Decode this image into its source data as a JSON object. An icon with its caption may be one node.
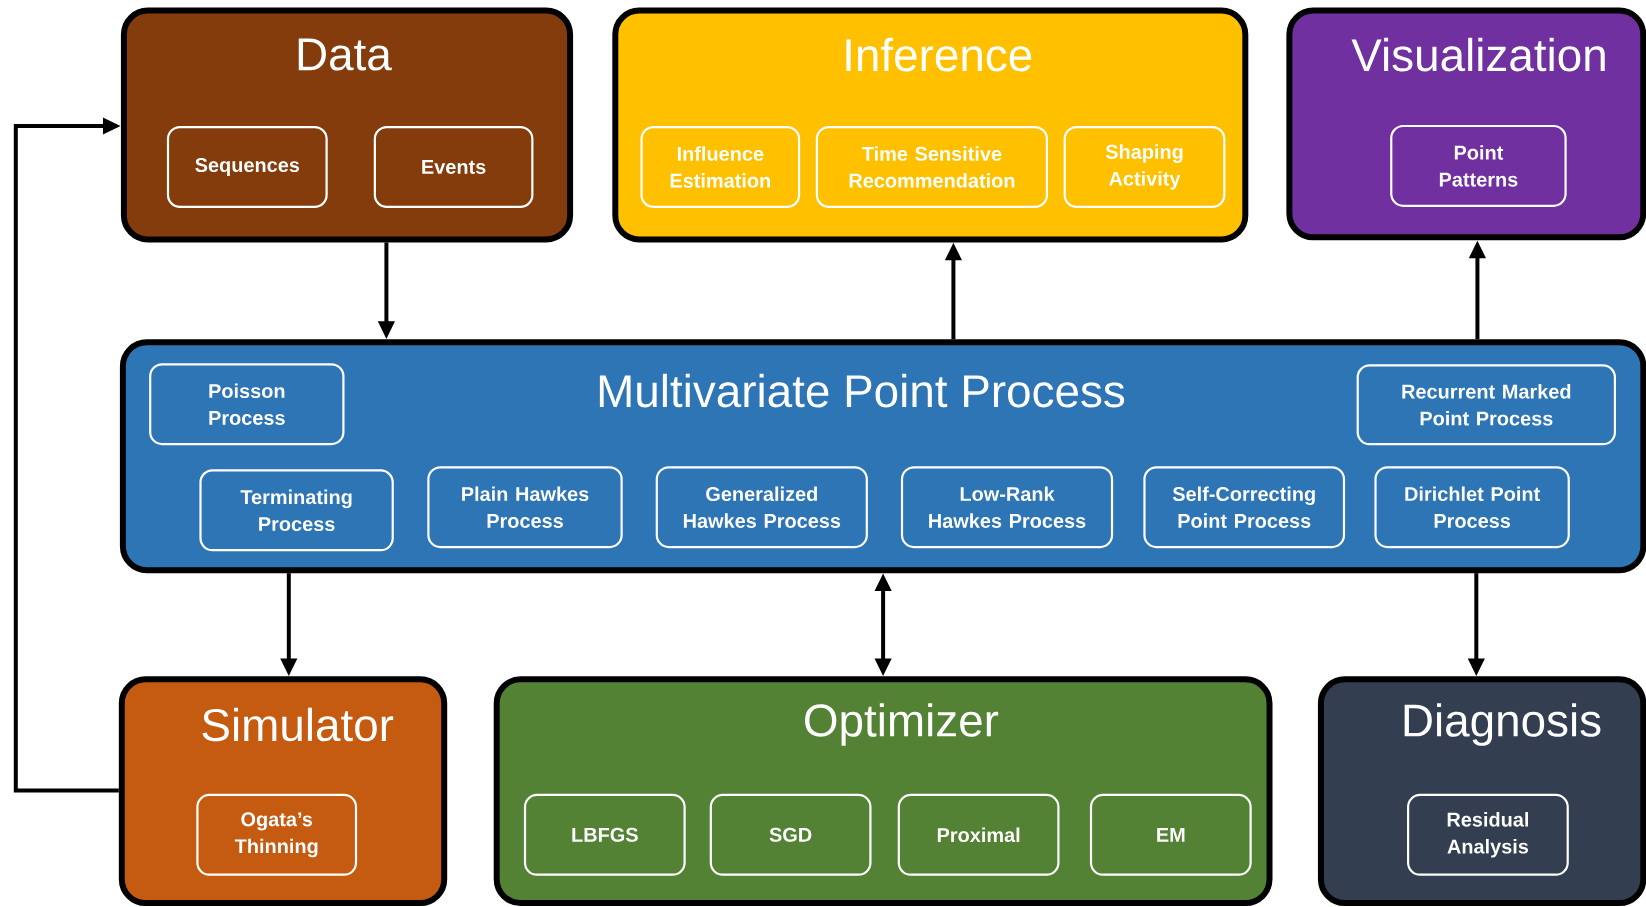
{
  "diagram": {
    "nodes": [
      {
        "text": [
          "Data"
        ]
      },
      {
        "text": [
          "Sequences"
        ],
        "in": 0
      },
      {
        "text": [
          "Events"
        ],
        "in": 0
      },
      {
        "text": [
          "Inference"
        ]
      },
      {
        "text": [
          "Influence Estimation"
        ],
        "in": 3
      },
      {
        "text": [
          "Time Sensitive Recommendation"
        ],
        "in": 3
      },
      {
        "text": [
          "Shaping Activity"
        ],
        "in": 3
      },
      {
        "text": [
          "Visualization"
        ]
      },
      {
        "text": [
          "Point Patterns"
        ],
        "in": 7
      },
      {
        "text": [
          "Multivariate Point Process"
        ]
      },
      {
        "text": [
          "Poisson Process"
        ],
        "in": 9
      },
      {
        "text": [
          "Recurrent Marked Point Process"
        ],
        "in": 9
      },
      {
        "text": [
          "Terminating Process"
        ],
        "in": 9
      },
      {
        "text": [
          "Plain Hawkes Process"
        ],
        "in": 9
      },
      {
        "text": [
          "Generalized Hawkes Process"
        ],
        "in": 9
      },
      {
        "text": [
          "Low-Rank Hawkes Process"
        ],
        "in": 9
      },
      {
        "text": [
          "Self-Correcting Point Process"
        ],
        "in": 9
      },
      {
        "text": [
          "Dirichlet Point Process"
        ],
        "in": 9
      },
      {
        "text": [
          "Simulator"
        ]
      },
      {
        "text": [
          "Ogata’s Thinning"
        ],
        "in": 18
      },
      {
        "text": [
          "Optimizer"
        ]
      },
      {
        "text": [
          "LBFGS"
        ],
        "in": 20
      },
      {
        "text": [
          "SGD"
        ],
        "in": 20
      },
      {
        "text": [
          "Proximal"
        ],
        "in": 20
      },
      {
        "text": [
          "EM"
        ],
        "in": 20
      },
      {
        "text": [
          "Diagnosis"
        ]
      },
      {
        "text": [
          "Residual Analysis"
        ],
        "in": 25
      }
    ],
    "edges": [
      {
        "from": 0,
        "to": 9,
        "arrow": "to"
      },
      {
        "from": 9,
        "to": 3,
        "arrow": "to"
      },
      {
        "from": 9,
        "to": 7,
        "arrow": "to"
      },
      {
        "from": 9,
        "to": 18,
        "arrow": "to"
      },
      {
        "from": 9,
        "to": 20,
        "arrow": "both"
      },
      {
        "from": 9,
        "to": 25,
        "arrow": "to"
      },
      {
        "from": 18,
        "to": 0,
        "arrow": "to"
      }
    ]
  }
}
